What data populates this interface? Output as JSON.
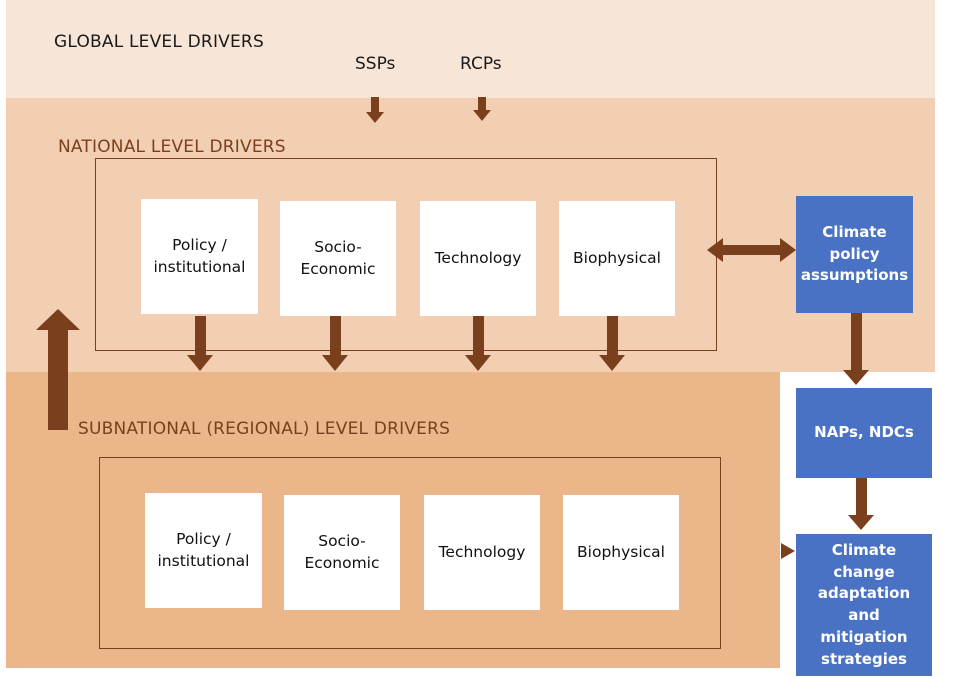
{
  "global": {
    "label": "GLOBAL LEVEL DRIVERS",
    "ssps": "SSPs",
    "rcps": "RCPs"
  },
  "national": {
    "label": "NATIONAL  LEVEL DRIVERS",
    "boxes": [
      "Policy /\ninstitutional",
      "Socio-\nEconomic",
      "Technology",
      "Biophysical"
    ]
  },
  "subnational": {
    "label": "SUBNATIONAL (REGIONAL)  LEVEL DRIVERS",
    "boxes": [
      "Policy /\ninstitutional",
      "Socio-\nEconomic",
      "Technology",
      "Biophysical"
    ]
  },
  "policy_boxes": {
    "climate_policy": "Climate\npolicy\nassumptions",
    "naps_ndcs": "NAPs, NDCs",
    "strategies": "Climate\nchange\nadaptation and\nmitigation\nstrategies"
  },
  "colors": {
    "global_band": "#f7e5d7",
    "national_band": "#f2cfb3",
    "subnational_band": "#ecb68b",
    "arrow": "#7a3f1c",
    "blue_box": "#4a72c4"
  }
}
